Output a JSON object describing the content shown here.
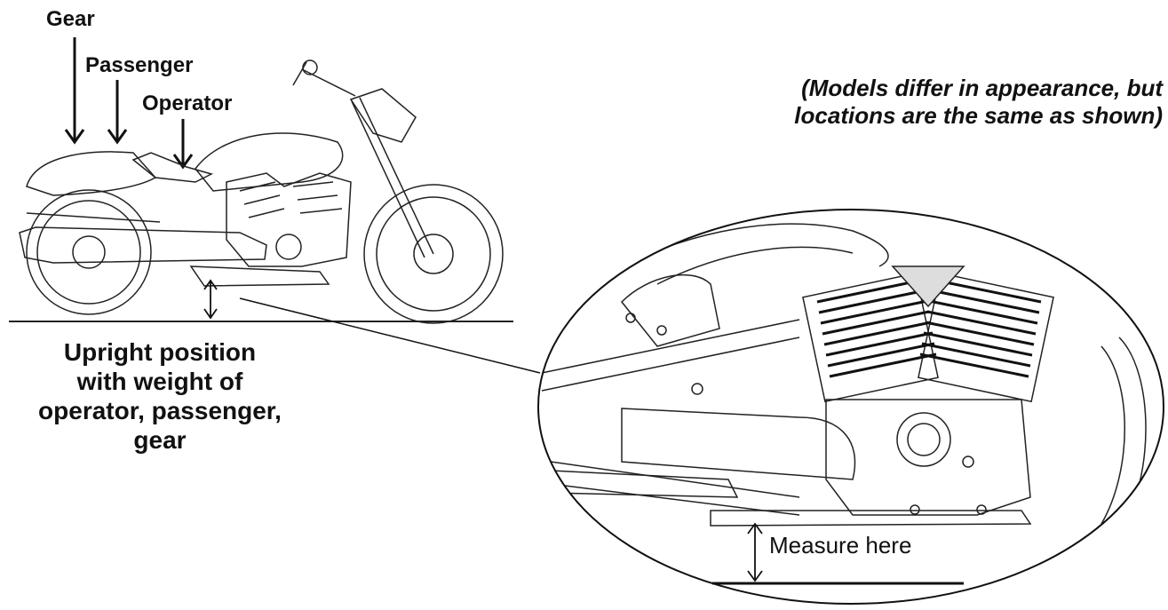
{
  "labels": {
    "gear": "Gear",
    "passenger": "Passenger",
    "operator": "Operator"
  },
  "caption": {
    "line1": "Upright position",
    "line2": "with weight of",
    "line3": "operator, passenger,",
    "line4": "gear"
  },
  "note": {
    "line1": "(Models differ in appearance, but",
    "line2": "locations are the same as shown)"
  },
  "measure_label": "Measure here"
}
